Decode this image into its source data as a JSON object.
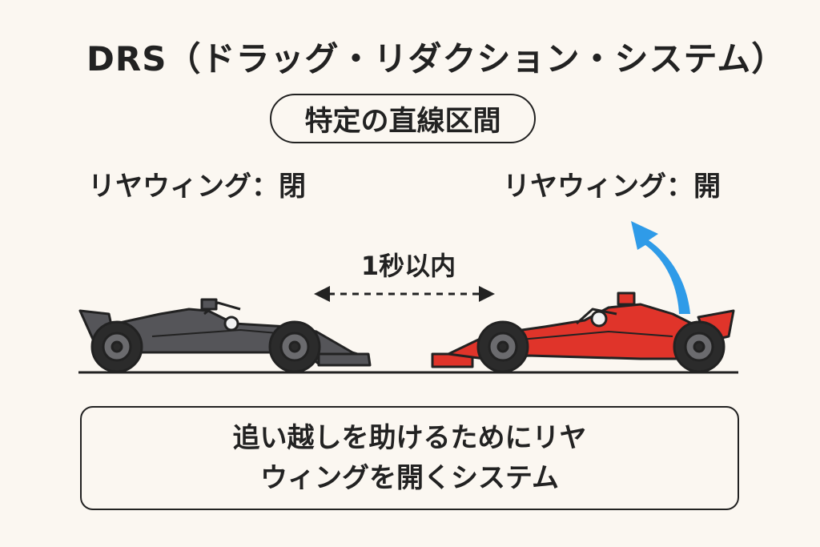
{
  "title": "DRS（ドラッグ・リダクション・システム）",
  "section_label": "特定の直線区間",
  "left_car": {
    "wing_label": "リヤウィング：閉",
    "color": "#555559"
  },
  "right_car": {
    "wing_label": "リヤウィング：開",
    "color": "#e0342a"
  },
  "gap_label": "1秒以内",
  "wing_arrow_color": "#2f9be8",
  "description": {
    "line1": "追い越しを助けるためにリヤ",
    "line2": "ウィングを開くシステム"
  }
}
